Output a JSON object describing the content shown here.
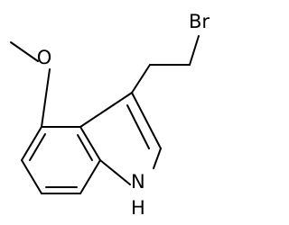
{
  "molecule": {
    "atoms": {
      "bromine": "Br",
      "oxygen": "O",
      "nitrogen": "N",
      "hydrogen": "H"
    }
  }
}
